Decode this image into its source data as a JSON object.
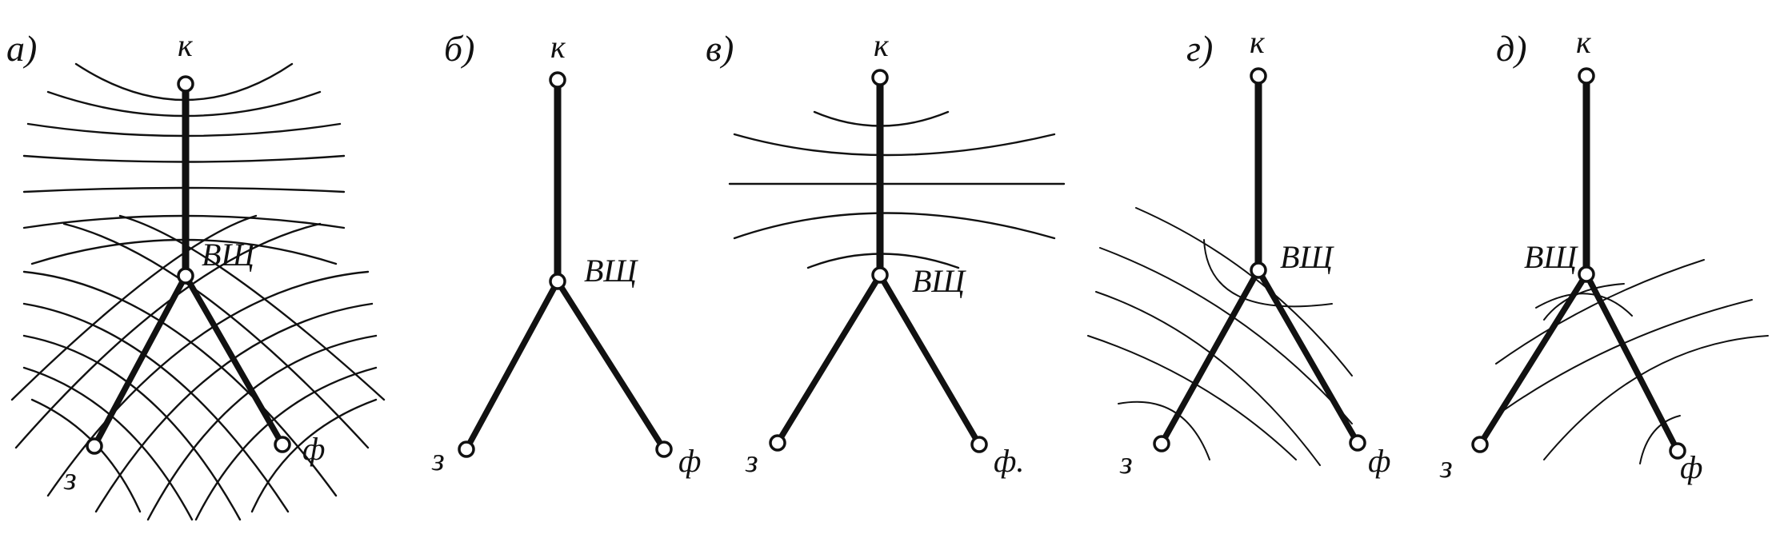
{
  "panels": [
    {
      "id": "a",
      "letter": "a)",
      "top": "к",
      "junction": "ВЩ",
      "left": "з",
      "right": "ф",
      "lines": "full-grid"
    },
    {
      "id": "b",
      "letter": "б)",
      "top": "к",
      "junction": "ВЩ",
      "left": "з",
      "right": "ф",
      "lines": "none"
    },
    {
      "id": "v",
      "letter": "в)",
      "top": "к",
      "junction": "ВЩ",
      "left": "з",
      "right": "ф.",
      "lines": "horizontal"
    },
    {
      "id": "g",
      "letter": "г)",
      "top": "к",
      "junction": "ВЩ",
      "left": "з",
      "right": "ф",
      "lines": "left-diagonal"
    },
    {
      "id": "d",
      "letter": "д)",
      "top": "к",
      "junction": "ВЩ",
      "left": "з",
      "right": "ф",
      "lines": "right-diagonal"
    }
  ]
}
